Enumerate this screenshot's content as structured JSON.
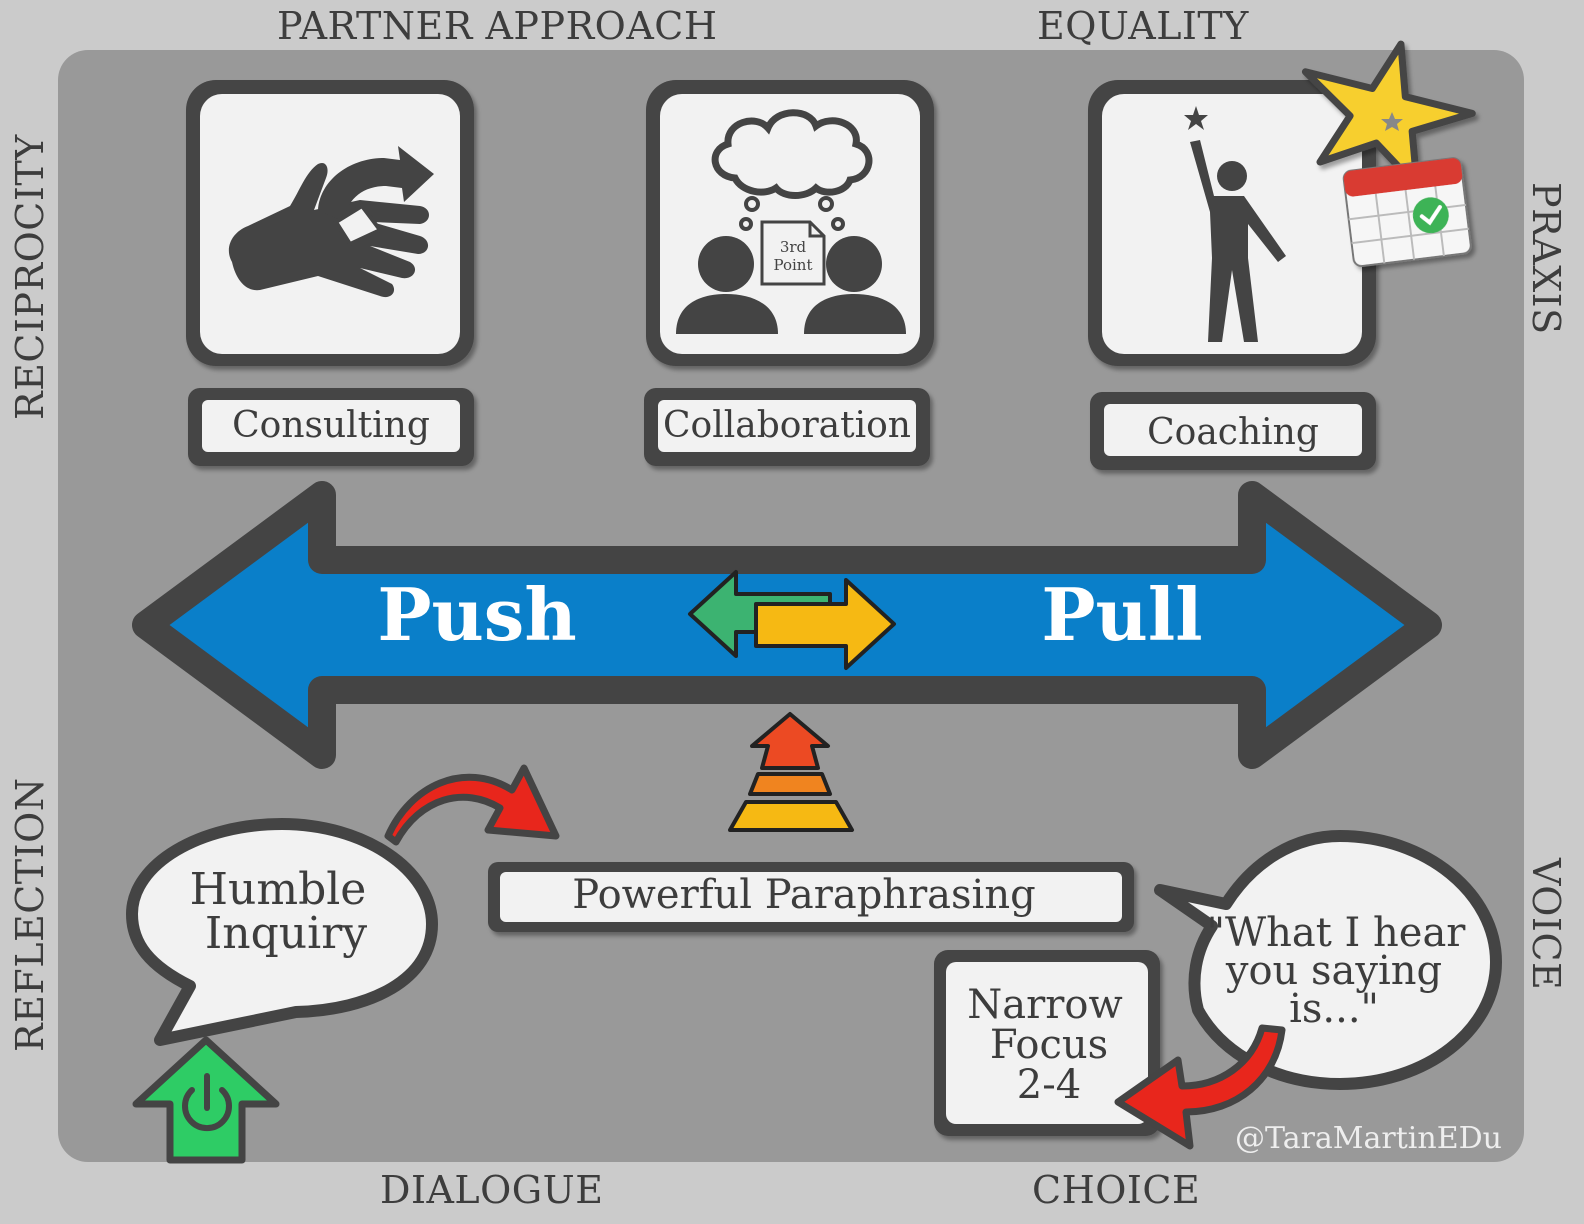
{
  "edges": {
    "top_left": "PARTNER APPROACH",
    "top_right": "EQUALITY",
    "left_top": "RECIPROCITY",
    "left_bottom": "REFLECTION",
    "right_top": "PRAXIS",
    "right_bottom": "VOICE",
    "bottom_left": "DIALOGUE",
    "bottom_right": "CHOICE"
  },
  "cards": {
    "consulting": "Consulting",
    "collaboration": "Collaboration",
    "coaching": "Coaching",
    "third_point_line1": "3rd",
    "third_point_line2": "Point"
  },
  "arrow": {
    "push": "Push",
    "pull": "Pull"
  },
  "bubbles": {
    "humble_line1": "Humble",
    "humble_line2": "Inquiry",
    "quote_line1": "\"What I hear",
    "quote_line2": "you saying",
    "quote_line3": "is...\""
  },
  "paraphrasing": "Powerful Paraphrasing",
  "narrow": {
    "line1": "Narrow",
    "line2": "Focus",
    "line3": "2-4"
  },
  "credit": "@TaraMartinEDu",
  "colors": {
    "background": "#cbcbcb",
    "panel": "#999999",
    "outline": "#444444",
    "arrow_blue": "#0a7fc9",
    "green": "#3cb371",
    "yellow": "#f6b913",
    "red": "#e8261c",
    "power_green": "#2ecc65"
  }
}
